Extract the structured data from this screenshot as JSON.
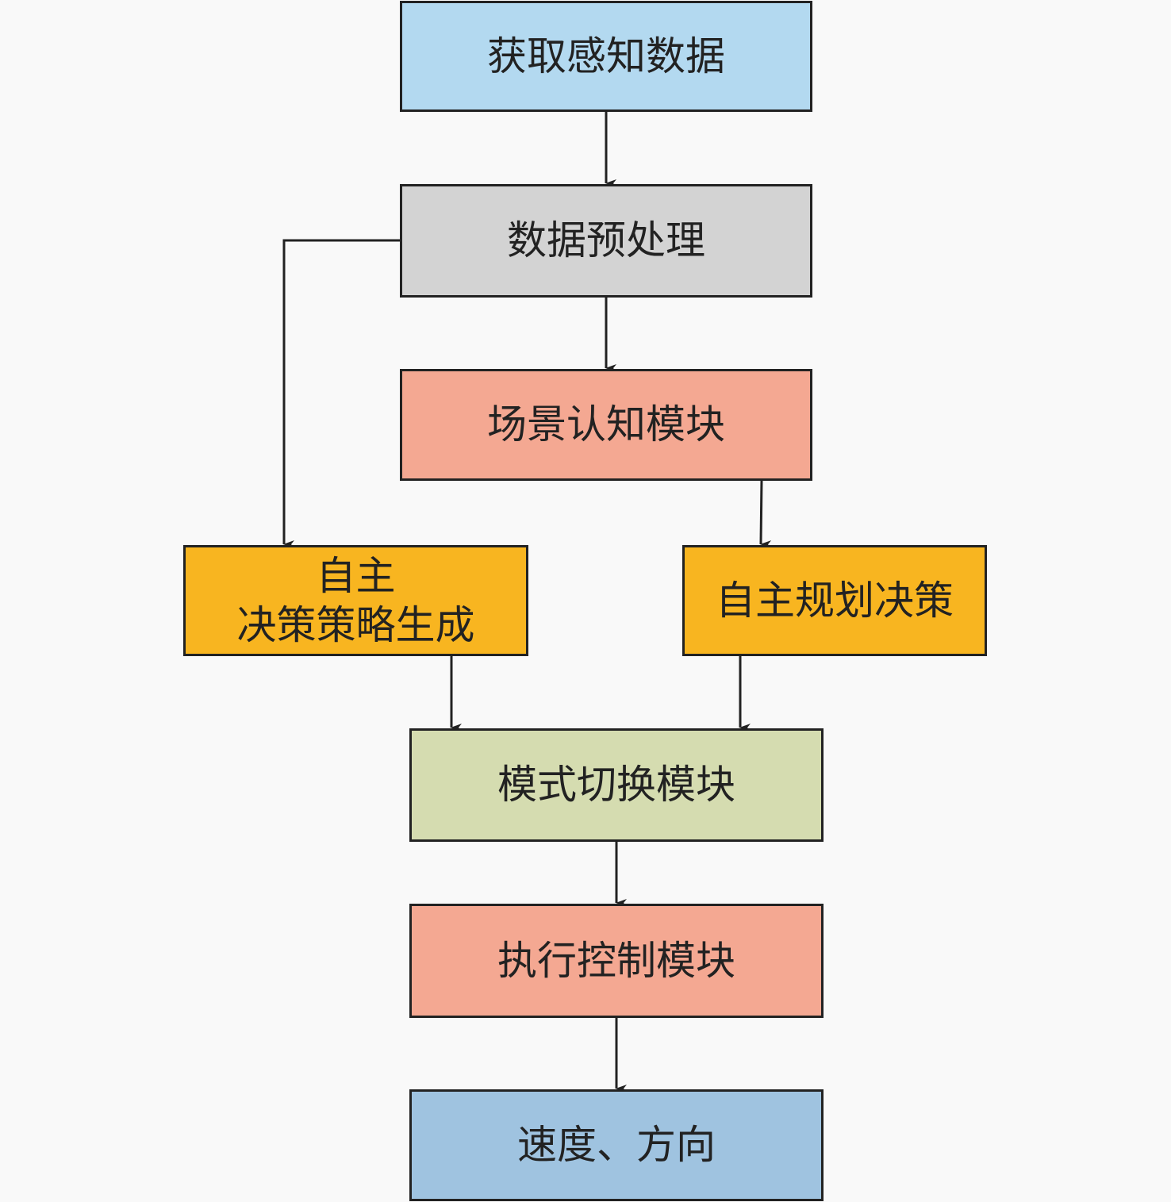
{
  "nodes": {
    "acquire": {
      "label": "获取感知数据",
      "color": "#b3d9f0"
    },
    "preprocess": {
      "label": "数据预处理",
      "color": "#d3d3d3"
    },
    "scene": {
      "label": "场景认知模块",
      "color": "#f4a892"
    },
    "strategy": {
      "line1": "自主",
      "line2": "决策策略生成",
      "color": "#f8b520"
    },
    "planning": {
      "label": "自主规划决策",
      "color": "#f8b520"
    },
    "mode_switch": {
      "label": "模式切换模块",
      "color": "#d5dcb0"
    },
    "control": {
      "label": "执行控制模块",
      "color": "#f4a892"
    },
    "output": {
      "label": "速度、方向",
      "color": "#9fc3e0"
    }
  }
}
